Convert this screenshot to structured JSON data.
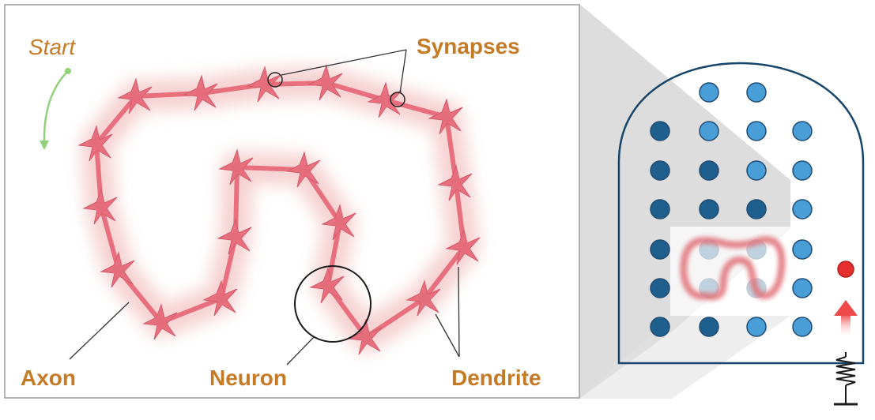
{
  "labels": {
    "start": "Start",
    "synapses": "Synapses",
    "axon": "Axon",
    "neuron": "Neuron",
    "dendrite": "Dendrite"
  },
  "colors": {
    "label_orange": "#c57a26",
    "neuron_pink": "#e8707e",
    "glow_pink": "#f6c8c8",
    "arrow_green": "#8fd27a",
    "dot_dark": "#1f5f8e",
    "dot_light": "#4a9ed8",
    "outline_navy": "#17456b",
    "ball_red": "#e52f2f",
    "arrow_red": "#ee5a5a"
  },
  "icons": [
    "start-arrow-icon",
    "neuron-icon",
    "spring-icon",
    "red-ball-icon",
    "up-arrow-icon"
  ]
}
